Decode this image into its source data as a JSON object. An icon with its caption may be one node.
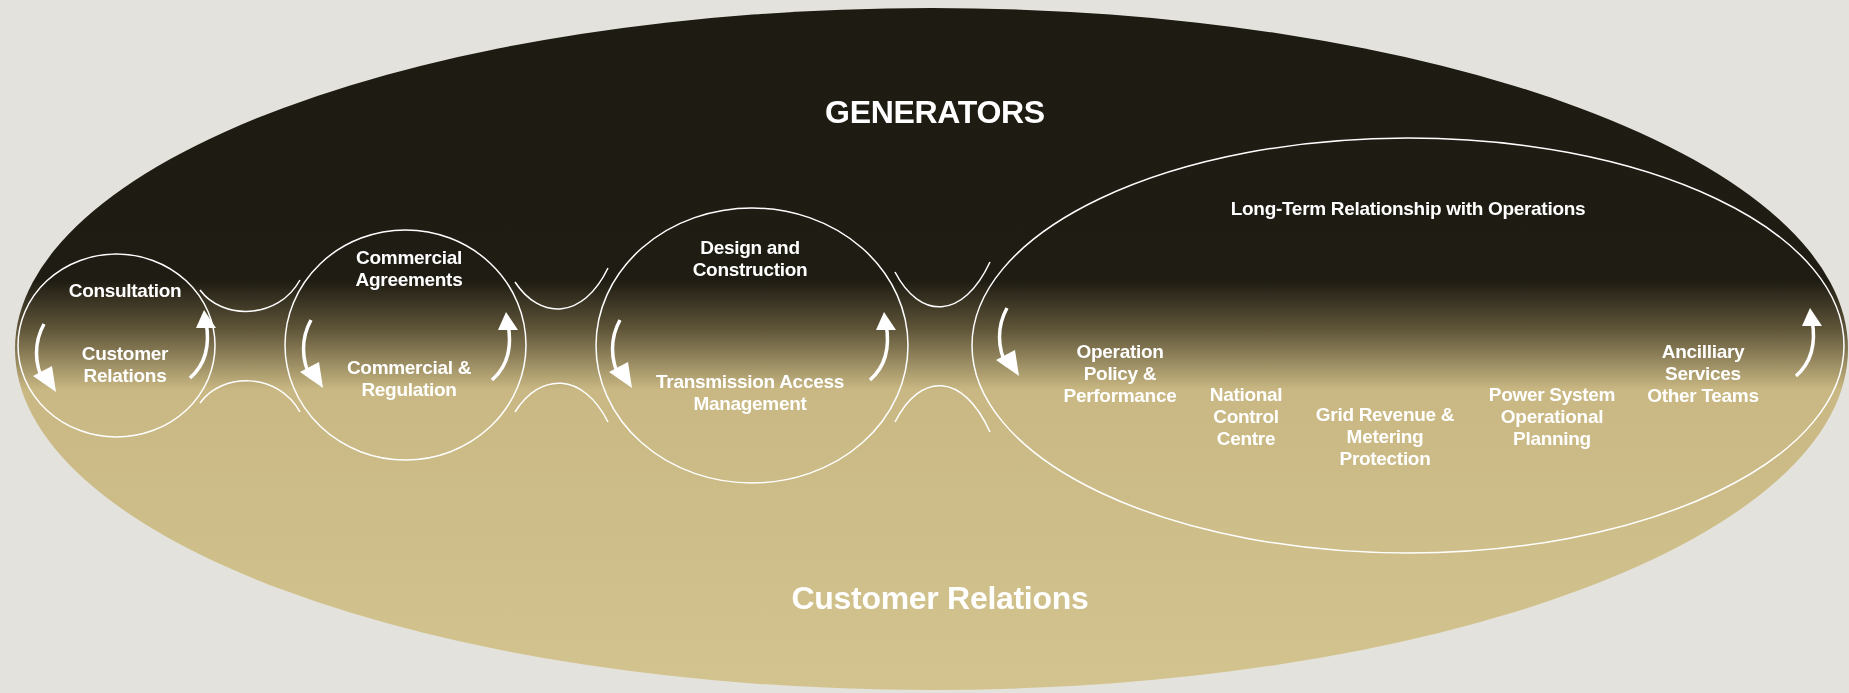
{
  "diagram": {
    "nodes": [
      {
        "text": [
          "GENERATORS",
          "Customer Relations"
        ]
      },
      {
        "text": [
          "Consultation",
          "Customer Relations"
        ],
        "in": 0
      },
      {
        "text": [
          "Commercial Agreements",
          "Commercial & Regulation"
        ],
        "in": 0
      },
      {
        "text": [
          "Design and Construction",
          "Transmission Access Management"
        ],
        "in": 0
      },
      {
        "text": [
          "Long-Term Relationship with Operations",
          "Operation Policy & Performance",
          "National Control Centre",
          "Grid Revenue & Metering Protection",
          "Power System Operational Planning",
          "Ancilliary Services Other Teams"
        ],
        "in": 0
      }
    ]
  }
}
